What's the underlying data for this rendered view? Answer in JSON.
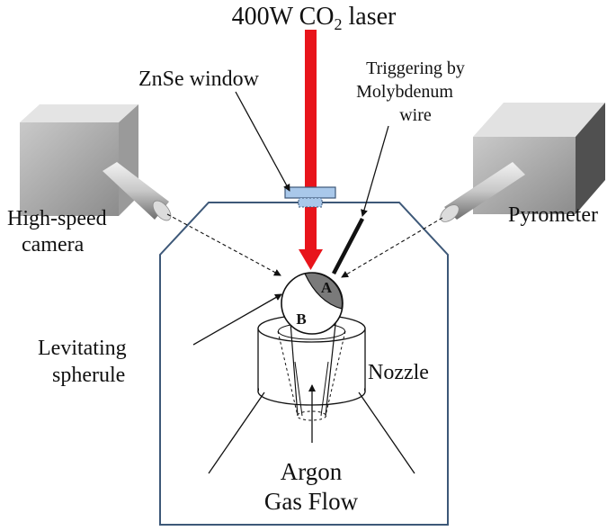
{
  "labels": {
    "laser_main": "400W CO",
    "laser_sub": "2",
    "laser_end": " laser",
    "window": "ZnSe window",
    "trigger_line1": "Triggering by",
    "trigger_line2": "Molybdenum",
    "trigger_line3": "wire",
    "camera_line1": "High-speed",
    "camera_line2": "camera",
    "pyrometer": "Pyrometer",
    "sample_line1": "Levitating",
    "sample_line2": "spherule",
    "nozzle": "Nozzle",
    "region_a": "A",
    "region_b": "B",
    "gas_line1": "Argon",
    "gas_line2": "Gas Flow"
  },
  "colors": {
    "laser": "#e8141b",
    "chamber": "#3d5878",
    "window_fill": "#a9c8ea",
    "sphere_a": "#7a7a7a"
  }
}
